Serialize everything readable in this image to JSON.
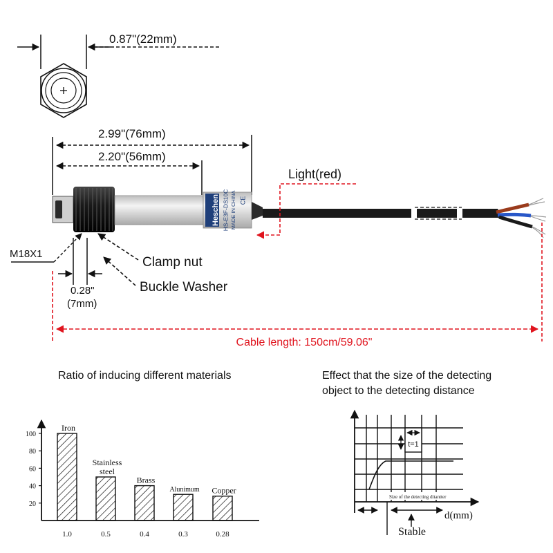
{
  "colors": {
    "ink": "#111111",
    "red": "#e0141e",
    "sensor_body": "#dcdcdc",
    "cable": "#1a1a1a",
    "wire_brown": "#9a3b1c",
    "wire_blue": "#2857c8"
  },
  "dimensions": {
    "hex_width": "0.87\"(22mm)",
    "total_length": "2.99\"(76mm)",
    "thread_length": "2.20\"(56mm)",
    "thread_size": "M18X1",
    "nut_width_in": "0.28\"",
    "nut_width_mm": "(7mm)"
  },
  "parts": {
    "light": "Light(red)",
    "clamp_nut": "Clamp nut",
    "buckle_washer": "Buckle Washer"
  },
  "sensor_label": {
    "brand": "Heschen",
    "model": "HS-E3F-DS10C",
    "origin": "MADE IN CHINA",
    "mark": "CE"
  },
  "cable": {
    "length_label": "Cable length: 150cm/59.06\""
  },
  "materials_chart": {
    "heading": "Ratio of inducing different materials",
    "chart_data": {
      "type": "bar",
      "categories": [
        "Iron",
        "Stainless steel",
        "Brass",
        "Alunimum",
        "Copper"
      ],
      "category_label_lines": [
        [
          "Iron"
        ],
        [
          "Stainless",
          "steel"
        ],
        [
          "Brass"
        ],
        [
          "Alunimum"
        ],
        [
          "Copper"
        ]
      ],
      "values": [
        100,
        50,
        40,
        30,
        28
      ],
      "ratios": [
        "1.0",
        "0.5",
        "0.4",
        "0.3",
        "0.28"
      ],
      "yticks": [
        20,
        40,
        60,
        80,
        100
      ],
      "ylim": [
        0,
        110
      ],
      "grid": false
    }
  },
  "distance_chart": {
    "heading_line1": "Effect that the size of the detecting",
    "heading_line2": "object to the detecting distance",
    "inner_label": "Size of the detecting ditantter",
    "t_label": "t=1",
    "x_label": "d(mm)",
    "stable_label": "Stable"
  }
}
